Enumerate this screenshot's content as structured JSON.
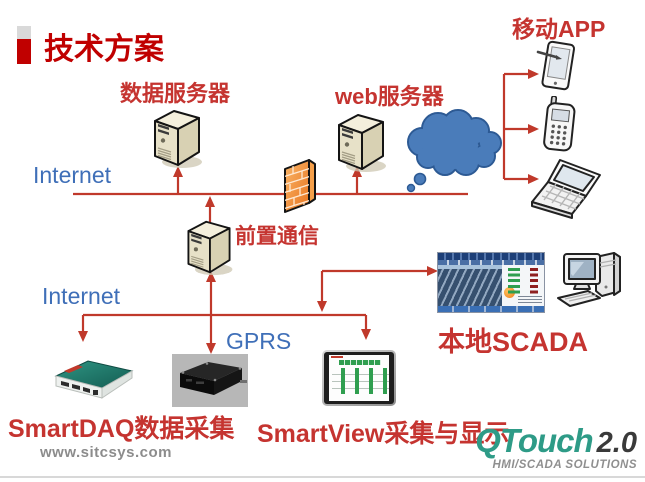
{
  "slide": {
    "title": "技术方案",
    "website": "www.sitcsys.com"
  },
  "labels": {
    "data_server": "数据服务器",
    "web_server": "web服务器",
    "mobile_app": "移动APP",
    "front_comm": "前置通信",
    "internet_top": "Internet",
    "internet_bottom": "Internet",
    "gprs": "GPRS",
    "local_scada": "本地SCADA",
    "smartdaq": "SmartDAQ数据采集",
    "smartview": "SmartView采集与显示"
  },
  "logo": {
    "name": "QTouch",
    "version": "2.0",
    "tagline": "HMI/SCADA SOLUTIONS"
  },
  "icons": {
    "title_bullet": "red-gray accent bar",
    "server": "beige tower server (x3: data server, web server, front communication)",
    "firewall": "orange brick wall",
    "cloud": "blue thought cloud",
    "pda": "handheld PDA with stylus",
    "feature_phone": "mobile phone with keypad",
    "laptop": "notebook computer",
    "desktop_pc": "CRT monitor with tower and keyboard",
    "scada_screenshot": "solar plant SCADA screen capture",
    "daq_device": "green SmartDAQ data-acquisition device photo",
    "gprs_modem": "black GPRS modem box photo",
    "hmi_panel": "touch panel running SmartView"
  },
  "colors": {
    "title_red": "#c00000",
    "label_red": "#c53430",
    "line_red": "#c0392b",
    "internet_blue": "#3f6fb8",
    "cloud_blue": "#4a7cba",
    "firewall_orange": "#ef8124",
    "logo_teal": "#2e9b87",
    "tagline_gray": "#8f8f8f"
  }
}
